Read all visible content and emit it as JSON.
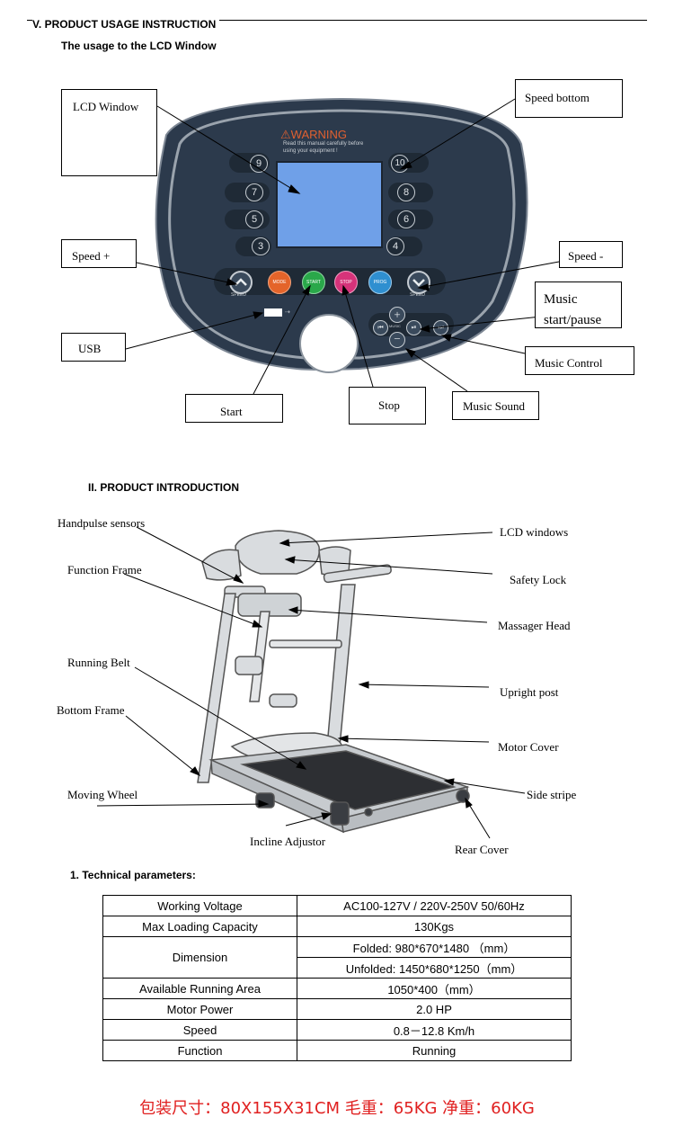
{
  "section_v": {
    "title": "V.   PRODUCT USAGE INSTRUCTION",
    "subtitle": "The usage to the LCD Window"
  },
  "console": {
    "warning": "⚠WARNING",
    "warning_sub1": "Read this manual carefully before",
    "warning_sub2": "using your equipment !",
    "left_buttons": [
      "9",
      "7",
      "5",
      "3"
    ],
    "right_buttons": [
      "10",
      "8",
      "6",
      "4"
    ],
    "row_buttons": [
      {
        "label": "",
        "caption": "SPEED",
        "color": "#3a4a5c"
      },
      {
        "label": "MODE",
        "caption": "",
        "color": "#e4642a"
      },
      {
        "label": "START",
        "caption": "",
        "color": "#2aa84a"
      },
      {
        "label": "STOP",
        "caption": "",
        "color": "#d6337a"
      },
      {
        "label": "PROG",
        "caption": "",
        "color": "#2f8fd0"
      },
      {
        "label": "",
        "caption": "SPEED",
        "color": "#3a4a5c"
      }
    ],
    "music_label": "MUSIC"
  },
  "callouts": {
    "lcd_window": "LCD Window",
    "speed_bottom": "Speed bottom",
    "speed_plus": "Speed +",
    "speed_minus": "Speed -",
    "music_start_1": "Music",
    "music_start_2": "start/pause",
    "usb": "USB",
    "music_control": "Music Control",
    "start": "Start",
    "stop": "Stop",
    "music_sound": "Music Sound"
  },
  "section_ii": {
    "title": "II. PRODUCT INTRODUCTION"
  },
  "parts": {
    "handpulse": "Handpulse sensors",
    "function_frame": "Function Frame",
    "running_belt": "Running Belt",
    "bottom_frame": "Bottom Frame",
    "moving_wheel": "Moving Wheel",
    "incline": "Incline Adjustor",
    "rear_cover": "Rear Cover",
    "lcd_windows": "LCD windows",
    "safety_lock": "Safety Lock",
    "massager": "Massager Head",
    "upright": "Upright post",
    "motor_cover": "Motor Cover",
    "side_stripe": "Side stripe"
  },
  "tech": {
    "title": "1. Technical parameters:",
    "rows": {
      "voltage": [
        "Working Voltage",
        "AC100-127V  /  220V-250V     50/60Hz"
      ],
      "loading": [
        "Max Loading Capacity",
        "130Kgs"
      ],
      "dimension_label": "Dimension",
      "folded": "Folded: 980*670*1480  （mm）",
      "unfolded": "Unfolded: 1450*680*1250（mm）",
      "area": [
        "Available Running Area",
        "1050*400（mm）"
      ],
      "motor": [
        "Motor Power",
        "2.0 HP"
      ],
      "speed": [
        "Speed",
        "0.8－12.8 Km/h"
      ],
      "function": [
        "Function",
        "Running"
      ]
    }
  },
  "package_note": "包装尺寸：80X155X31CM  毛重：65KG  净重：60KG"
}
